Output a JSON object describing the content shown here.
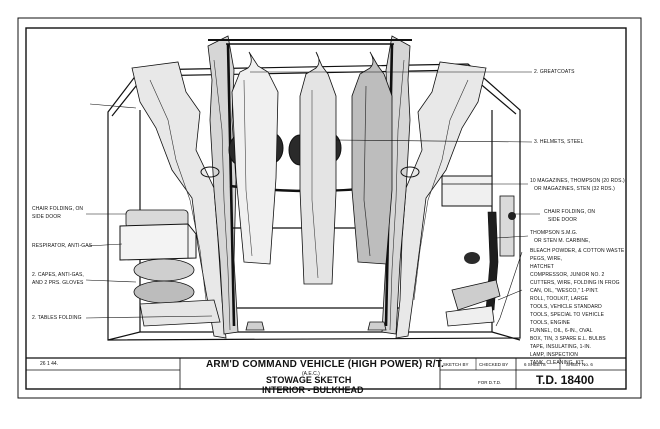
{
  "callouts": {
    "greatcoats": "2. GREATCOATS",
    "helmets": "3. HELMETS, STEEL",
    "chair_left_1": "CHAIR FOLDING, ON",
    "chair_left_2": "SIDE DOOR",
    "respirator": "RESPIRATOR, ANTI-GAS",
    "capes_1": "2. CAPES, ANTI-GAS,",
    "capes_2": "AND 2 PRS. GLOVES",
    "tables": "2. TABLES FOLDING",
    "magazines_1": "10 MAGAZINES, THOMPSON (20 RDS.)",
    "magazines_2": "OR MAGAZINES, STEN (32 RDS.)",
    "chair_right_1": "CHAIR FOLDING, ON",
    "chair_right_2": "SIDE DOOR",
    "thompson_1": "THOMPSON S.M.G.",
    "thompson_2": "OR STEN M. CARBINE,",
    "bleach": "BLEACH POWDER, & COTTON WASTE",
    "pegs": "PEGS, WIRE,",
    "hatchet": "HATCHET",
    "compressor": "COMPRESSOR, JUNIOR No. 2",
    "cutters": "CUTTERS, WIRE, FOLDING IN FROG",
    "can_oil": "CAN, OIL, \"WESCO,\" 1-PINT.",
    "roll": "ROLL, TOOLKIT, LARGE",
    "tools_std": "TOOLS, VEHICLE STANDARD",
    "tools_special": "TOOLS, SPECIAL TO VEHICLE",
    "tools_engine": "TOOLS, ENGINE",
    "funnel": "FUNNEL, OIL, 6-IN., OVAL",
    "box": "BOX, TIN, 3 SPARE E.L. BULBS",
    "tape": "TAPE, INSULATING, 1-IN.",
    "lamp": "LAMP, INSPECTION",
    "tank": "TANK, CLEANING, KIT"
  },
  "title_block": {
    "date": "26 1 44.",
    "vehicle_title": "ARM'D COMMAND VEHICLE (HIGH POWER) R/T.",
    "aec": "(A.E.C.)",
    "sketch_title": "STOWAGE SKETCH",
    "view_title": "INTERIOR - BULKHEAD",
    "sketch_by": "SKETCH BY",
    "checked_by": "CHECKED BY",
    "sheets": "6 SHEETS",
    "sheet_no": "SHEET No. 6",
    "for_dtd": "FOR D.T.D.",
    "drawing_no": "T.D. 18400"
  }
}
